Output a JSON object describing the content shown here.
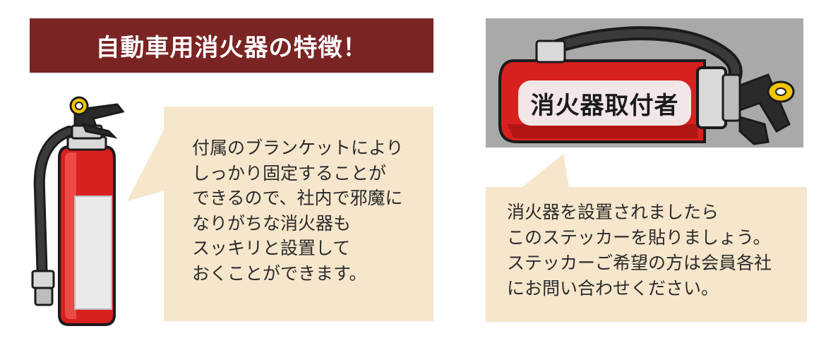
{
  "banner": {
    "title": "自動車用消火器の特徴！"
  },
  "bubble_left": {
    "text": "付属のブランケットにより\nしっかり固定することが\nできるので、社内で邪魔に\nなりがちな消火器も\nスッキリと設置して\nおくことができます。"
  },
  "photo": {
    "sticker_label": "消火器取付者"
  },
  "bubble_right": {
    "text": "消火器を設置されましたら\nこのステッカーを貼りましょう。\nステッカーご希望の方は会員各社\nにお問い合わせください。"
  },
  "colors": {
    "banner_bg": "#7a2424",
    "bubble_bg": "#f6e6cc",
    "extinguisher_red": "#d8211f",
    "photo_bg": "#a9a9a9"
  },
  "icons": [
    "fire-extinguisher-icon",
    "fire-extinguisher-sticker-icon"
  ]
}
